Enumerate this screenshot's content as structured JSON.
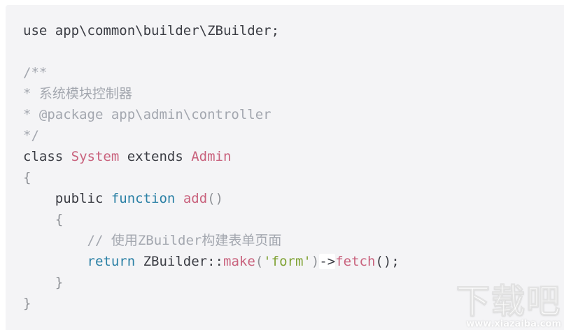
{
  "page": {
    "background": "#ffffff"
  },
  "code_panel": {
    "background": "#f4f4f6",
    "language": "php",
    "lines": [
      {
        "segments": [
          {
            "text": "use app\\common\\builder\\ZBuilder;",
            "type": "plain"
          }
        ]
      },
      {
        "segments": []
      },
      {
        "segments": [
          {
            "text": "/**",
            "type": "comment"
          }
        ]
      },
      {
        "segments": [
          {
            "text": "* 系统模块控制器",
            "type": "comment"
          }
        ]
      },
      {
        "segments": [
          {
            "text": "* @package app\\admin\\controller",
            "type": "comment"
          }
        ]
      },
      {
        "segments": [
          {
            "text": "*/",
            "type": "comment"
          }
        ]
      },
      {
        "segments": [
          {
            "text": "class ",
            "type": "plain"
          },
          {
            "text": "System",
            "type": "class"
          },
          {
            "text": " extends ",
            "type": "plain"
          },
          {
            "text": "Admin",
            "type": "class"
          }
        ]
      },
      {
        "segments": [
          {
            "text": "{",
            "type": "punct"
          }
        ]
      },
      {
        "segments": [
          {
            "text": "    public ",
            "type": "plain"
          },
          {
            "text": "function",
            "type": "keyword"
          },
          {
            "text": " ",
            "type": "plain"
          },
          {
            "text": "add",
            "type": "class"
          },
          {
            "text": "()",
            "type": "punct"
          }
        ]
      },
      {
        "segments": [
          {
            "text": "    {",
            "type": "punct"
          }
        ]
      },
      {
        "segments": [
          {
            "text": "        // 使用ZBuilder构建表单页面",
            "type": "comment"
          }
        ]
      },
      {
        "segments": [
          {
            "text": "        ",
            "type": "plain"
          },
          {
            "text": "return",
            "type": "keyword"
          },
          {
            "text": " ZBuilder::",
            "type": "plain"
          },
          {
            "text": "make",
            "type": "class"
          },
          {
            "text": "(",
            "type": "punct"
          },
          {
            "text": "'form'",
            "type": "string"
          },
          {
            "text": ")",
            "type": "punct"
          },
          {
            "text": "->",
            "type": "arrow"
          },
          {
            "text": "fetch",
            "type": "class"
          },
          {
            "text": "();",
            "type": "plain"
          }
        ]
      },
      {
        "segments": [
          {
            "text": "    }",
            "type": "punct"
          }
        ]
      },
      {
        "segments": [
          {
            "text": "}",
            "type": "punct"
          }
        ]
      }
    ]
  },
  "syntax_colors": {
    "panel-bg": "#f4f4f6",
    "plain": "#3b3d44",
    "comment": "#a3a7af",
    "keyword": "#2a80a5",
    "class": "#c9627d",
    "string": "#7fa233",
    "punct": "#8f9297"
  },
  "watermark": {
    "title": "下载吧",
    "url": "www.xiazaiba.com"
  }
}
